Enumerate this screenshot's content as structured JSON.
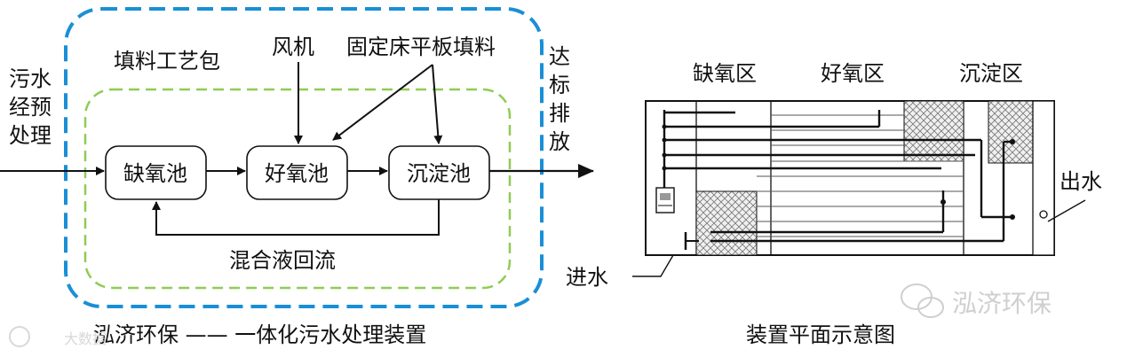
{
  "left_diagram": {
    "package_label": "填料工艺包",
    "blower_label": "风机",
    "media_label": "固定床平板填料",
    "inflow_label": [
      "污水",
      "经预",
      "处理"
    ],
    "outflow_label": [
      "达",
      "标",
      "排",
      "放"
    ],
    "tanks": [
      "缺氧池",
      "好氧池",
      "沉淀池"
    ],
    "recycle_label": "混合液回流",
    "colors": {
      "outer_dash": "#1a8fd6",
      "inner_dash": "#8fcc55"
    }
  },
  "right_diagram": {
    "zones": [
      "缺氧区",
      "好氧区",
      "沉淀区"
    ],
    "outlet_label": "出水",
    "inlet_label": "进水"
  },
  "captions": {
    "left": "泓济环保 —— 一体化污水处理装置",
    "right": "装置平面示意图"
  },
  "watermark": {
    "brand": "泓济环保",
    "corner": "大数据"
  }
}
